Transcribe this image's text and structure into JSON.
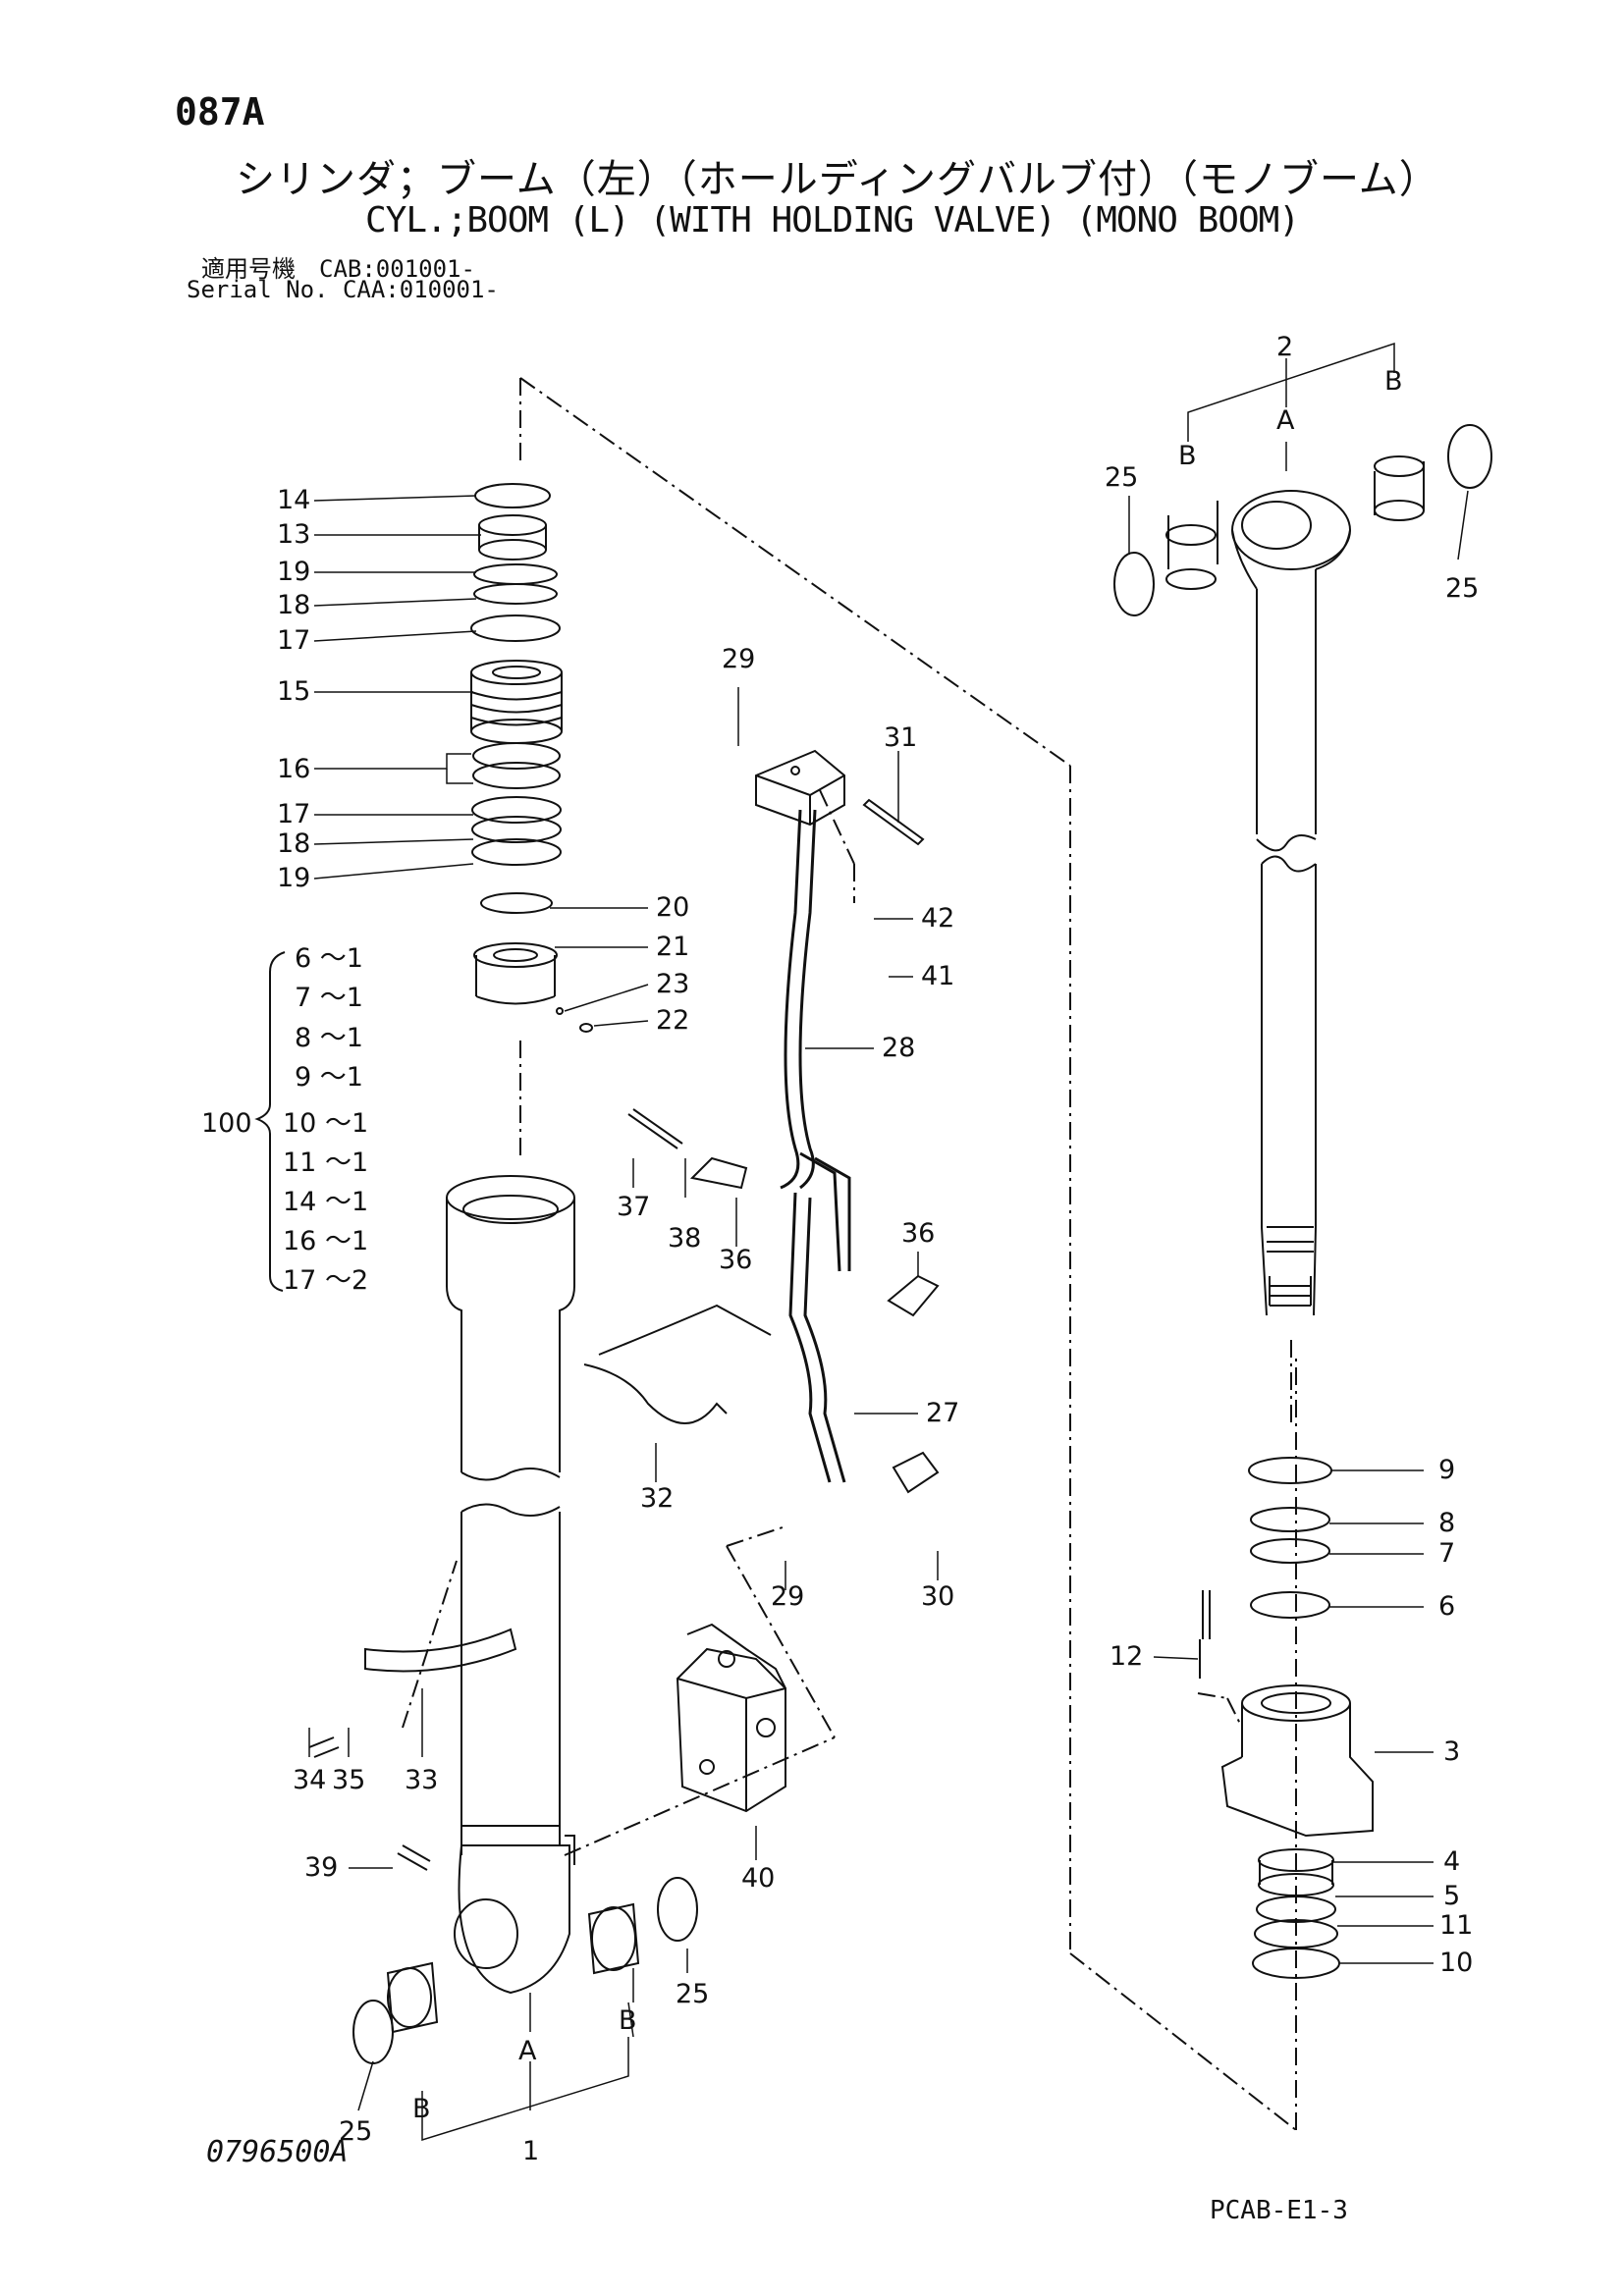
{
  "header": {
    "code": "087A",
    "title_jp": "シリンダ；ブーム（左）（ホールディングバルブ付）（モノブーム）",
    "title_en": "CYL.;BOOM (L) (WITH HOLDING VALVE) (MONO BOOM)",
    "serial_line1": "適用号機　CAB:001001-",
    "serial_line2": "Serial No. CAA:010001-"
  },
  "footer": {
    "drawing_no": "0796500A",
    "page_no": "PCAB-E1-3"
  },
  "callouts": {
    "c14": "14",
    "c13": "13",
    "c19a": "19",
    "c18a": "18",
    "c17a": "17",
    "c15": "15",
    "c16": "16",
    "c17b": "17",
    "c18b": "18",
    "c19b": "19",
    "c20": "20",
    "c21": "21",
    "c23": "23",
    "c22": "22",
    "c29a": "29",
    "c31": "31",
    "c42": "42",
    "c41": "41",
    "c28": "28",
    "c37": "37",
    "c38": "38",
    "c36a": "36",
    "c36b": "36",
    "c27": "27",
    "c32": "32",
    "c29b": "29",
    "c30": "30",
    "c34": "34",
    "c35": "35",
    "c33": "33",
    "c39": "39",
    "c40": "40",
    "c25a": "25",
    "c25b": "25",
    "c25c": "25",
    "c25d": "25",
    "c1": "1",
    "c2": "2",
    "cAl": "A",
    "cBl1": "B",
    "cBl2": "B",
    "cAr": "A",
    "cBr1": "B",
    "cBr2": "B",
    "c9": "9",
    "c8": "8",
    "c7": "7",
    "c6": "6",
    "c12": "12",
    "c3": "3",
    "c4": "4",
    "c5": "5",
    "c11": "11",
    "c10": "10"
  },
  "kit": {
    "label": "100",
    "items": [
      "6 ～1",
      "7 ～1",
      "8 ～1",
      "9 ～1",
      "10 ～1",
      "11 ～1",
      "14 ～1",
      "16 ～1",
      "17 ～2"
    ]
  }
}
